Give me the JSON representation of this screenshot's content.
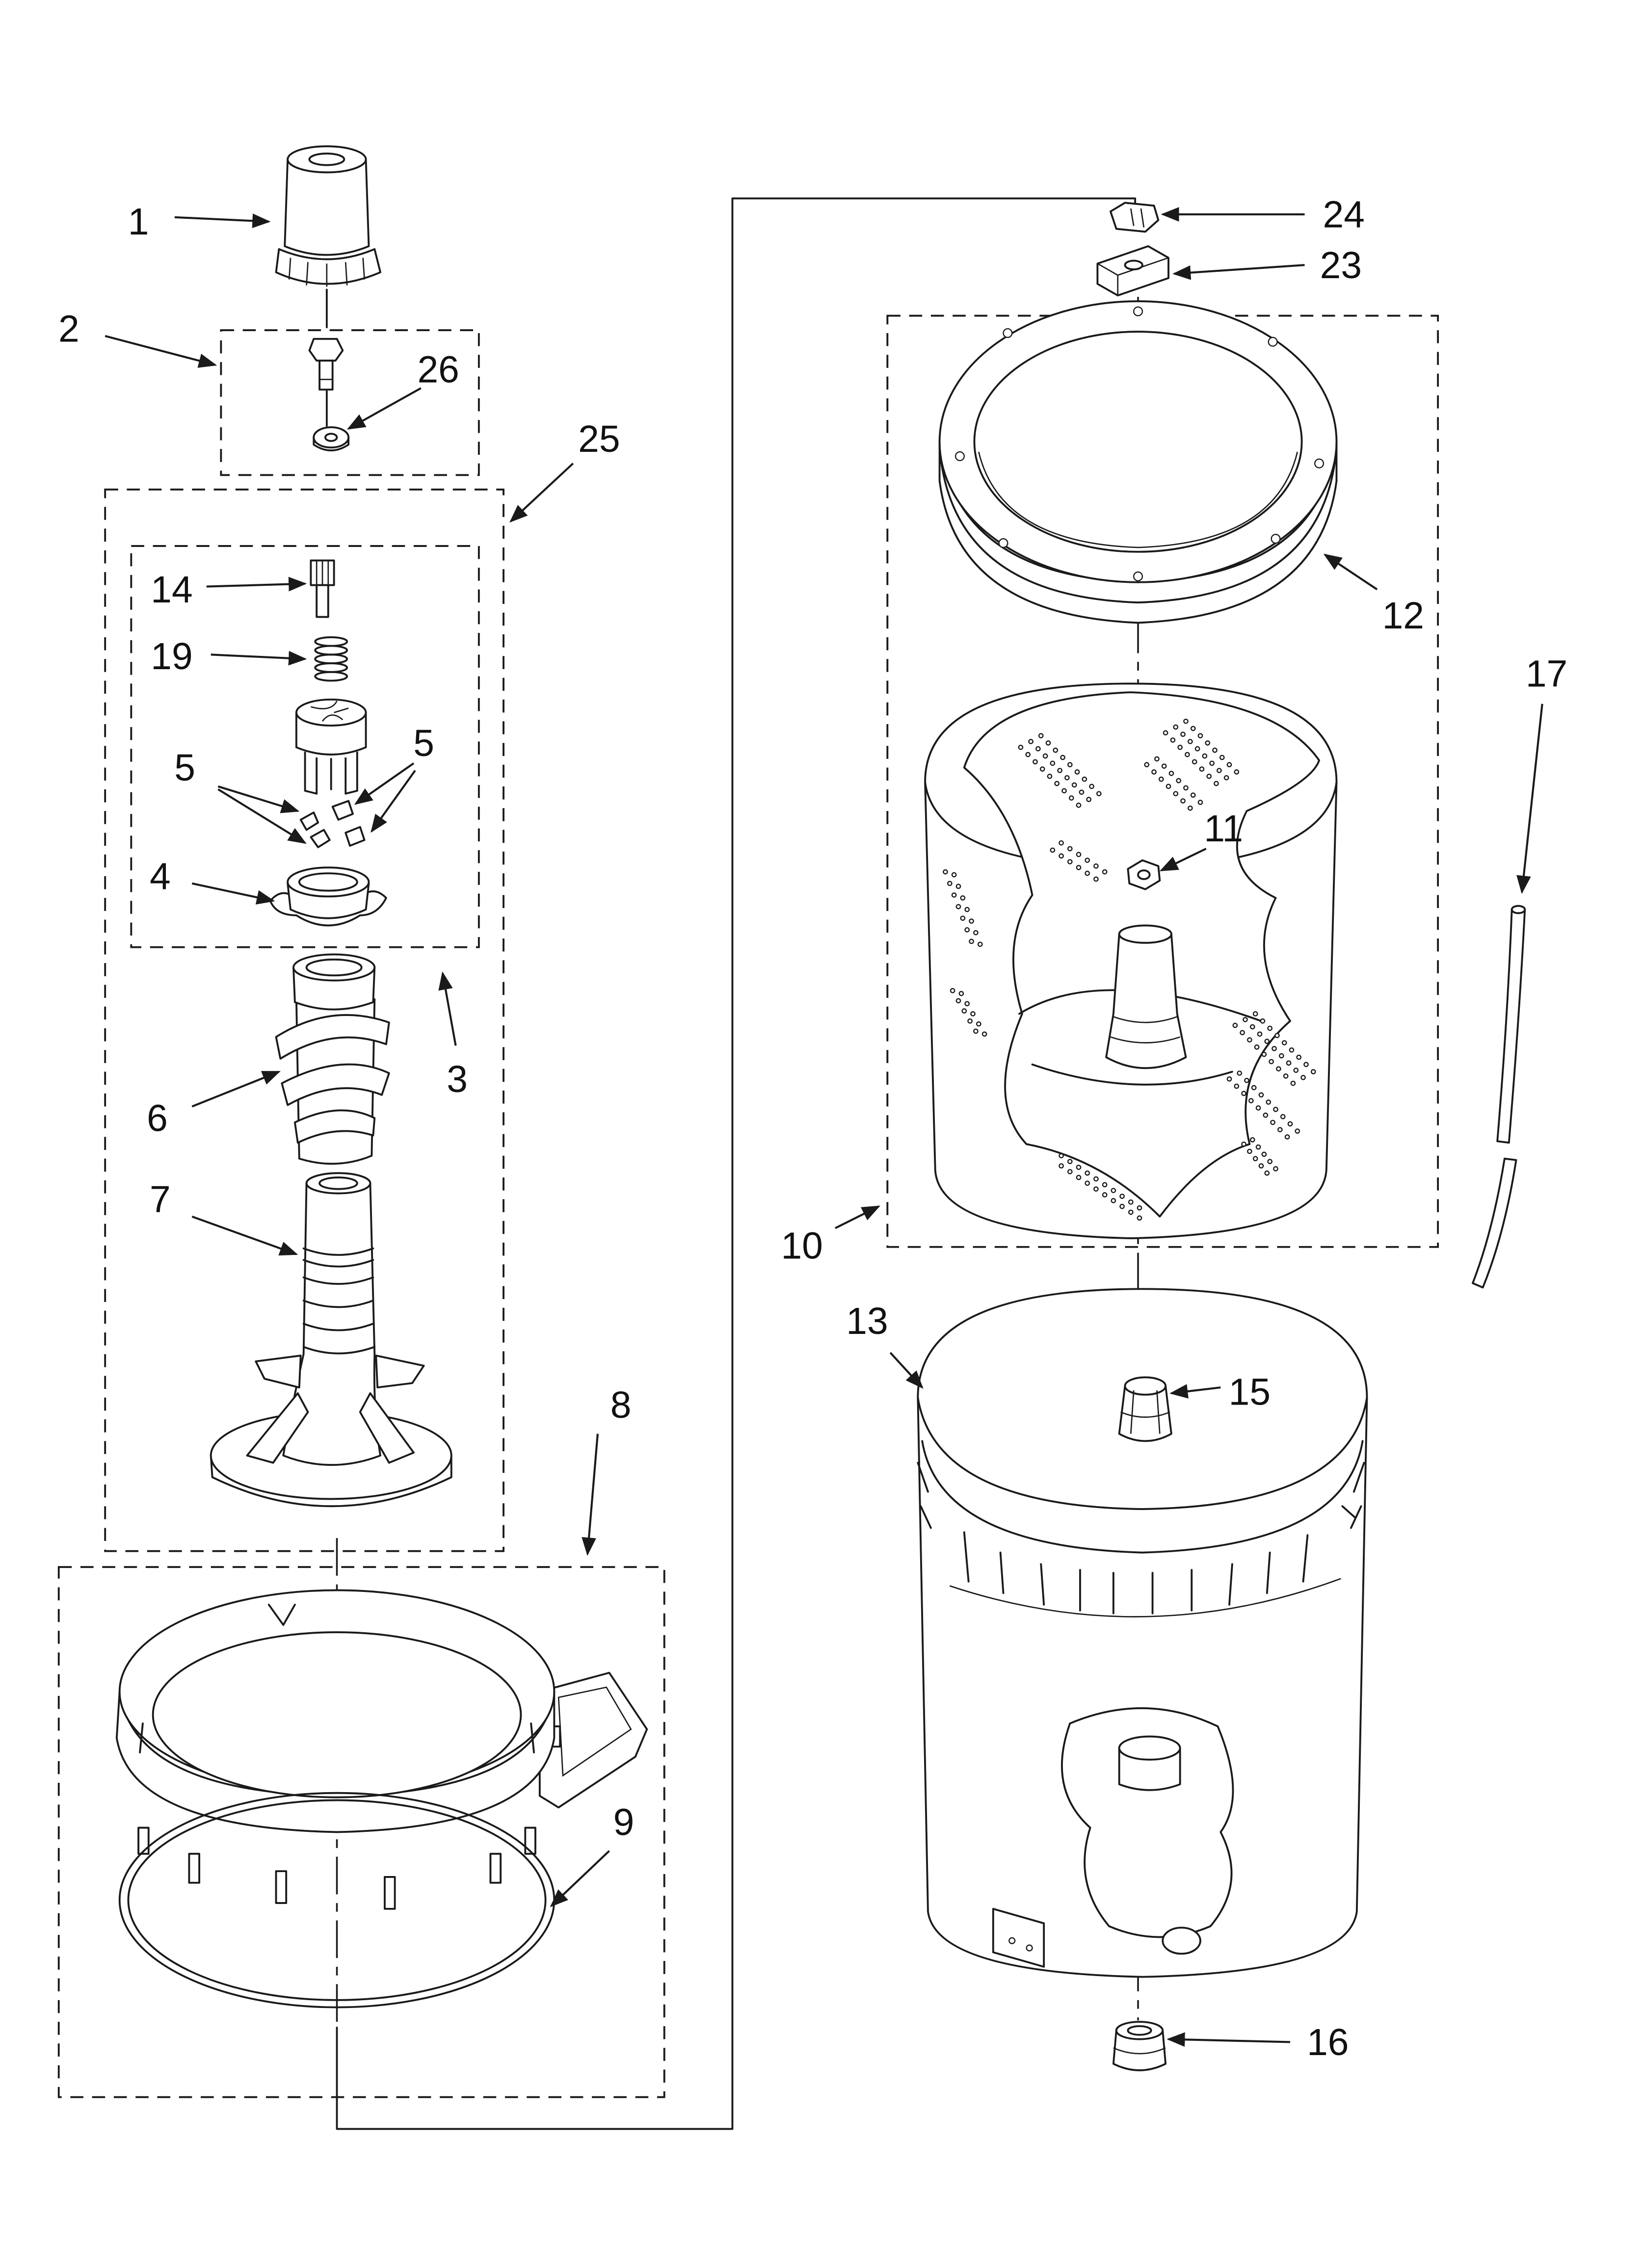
{
  "colors": {
    "line": "#1a1a1a",
    "background": "#ffffff"
  },
  "callouts": {
    "part_1": "1",
    "part_2": "2",
    "part_26": "26",
    "part_25": "25",
    "part_14": "14",
    "part_19": "19",
    "part_5_left": "5",
    "part_5_right": "5",
    "part_4": "4",
    "part_3": "3",
    "part_6": "6",
    "part_7": "7",
    "part_8": "8",
    "part_9": "9",
    "part_24": "24",
    "part_23": "23",
    "part_12": "12",
    "part_17": "17",
    "part_11": "11",
    "part_10": "10",
    "part_13": "13",
    "part_15": "15",
    "part_16": "16"
  }
}
